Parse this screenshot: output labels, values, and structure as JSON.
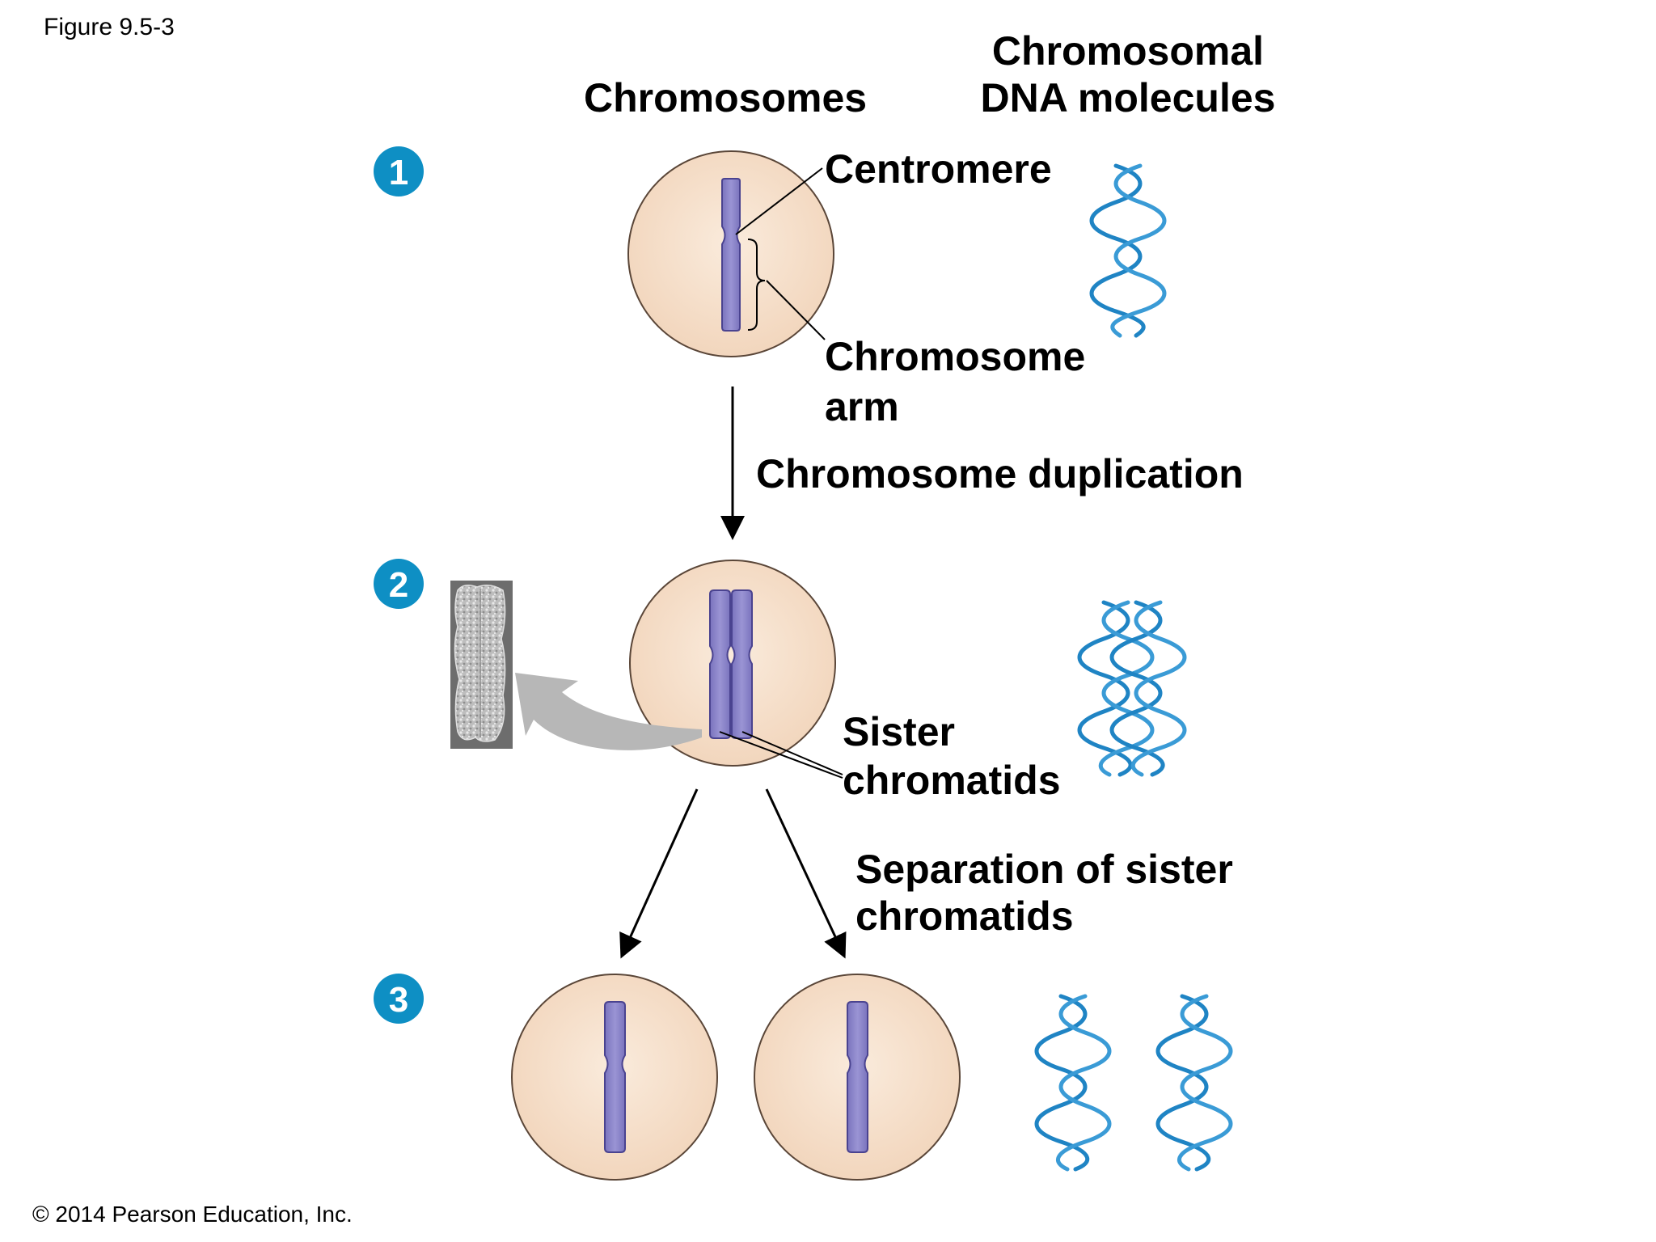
{
  "figure_label": "Figure 9.5-3",
  "copyright": "© 2014 Pearson Education, Inc.",
  "headers": {
    "chromosomes": "Chromosomes",
    "dna_line1": "Chromosomal",
    "dna_line2": "DNA molecules"
  },
  "labels": {
    "centromere": "Centromere",
    "arm_line1": "Chromosome",
    "arm_line2": "arm",
    "duplication": "Chromosome duplication",
    "sister_line1": "Sister",
    "sister_line2": "chromatids",
    "separation_line1": "Separation of sister",
    "separation_line2": "chromatids"
  },
  "steps": [
    "1",
    "2",
    "3"
  ],
  "colors": {
    "cell_fill": "#f8e3d1",
    "cell_stroke": "#5a4638",
    "chromosome": "#8c85c8",
    "chromosome_stroke": "#4a4390",
    "dna": "#1f84c4",
    "step_badge": "#0e8fc4",
    "curved_arrow": "#b7b7b7"
  },
  "icons": {
    "micrograph": "duplicated-chromosome-micrograph"
  }
}
